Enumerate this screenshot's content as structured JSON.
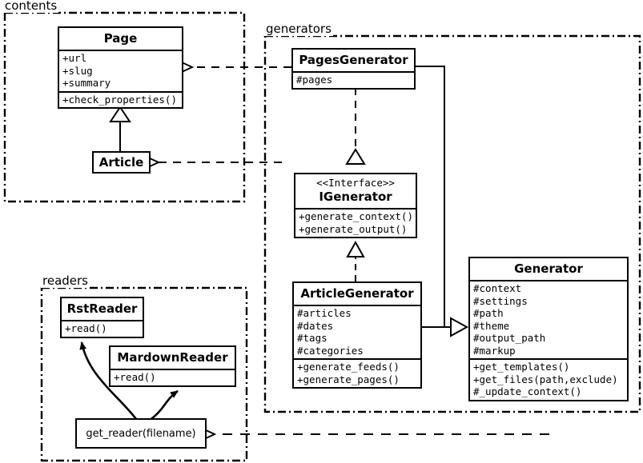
{
  "diagram": {
    "kind": "uml-class-diagram",
    "background": "#ffffff",
    "line_color": "#000000"
  },
  "packages": [
    {
      "id": "contents",
      "label": "contents"
    },
    {
      "id": "generators",
      "label": "generators"
    },
    {
      "id": "readers",
      "label": "readers"
    }
  ],
  "classes": {
    "page": {
      "name": "Page",
      "attributes": [
        "+url",
        "+slug",
        "+summary"
      ],
      "methods": [
        "+check_properties()"
      ]
    },
    "article": {
      "name": "Article",
      "attributes": [],
      "methods": []
    },
    "pages_generator": {
      "name": "PagesGenerator",
      "attributes": [
        "#pages"
      ],
      "methods": []
    },
    "igenerator": {
      "stereotype": "<<Interface>>",
      "name": "IGenerator",
      "attributes": [],
      "methods": [
        "+generate_context()",
        "+generate_output()"
      ]
    },
    "article_generator": {
      "name": "ArticleGenerator",
      "attributes": [
        "#articles",
        "#dates",
        "#tags",
        "#categories"
      ],
      "methods": [
        "+generate_feeds()",
        "+generate_pages()"
      ]
    },
    "generator": {
      "name": "Generator",
      "attributes": [
        "#context",
        "#settings",
        "#path",
        "#theme",
        "#output_path",
        "#markup"
      ],
      "methods": [
        "+get_templates()",
        "+get_files(path,exclude)",
        "#_update_context()"
      ]
    },
    "rst_reader": {
      "name": "RstReader",
      "attributes": [],
      "methods": [
        "+read()"
      ]
    },
    "mardown_reader": {
      "name": "MardownReader",
      "attributes": [],
      "methods": [
        "+read()"
      ]
    },
    "get_reader": {
      "name": "get_reader(filename)"
    }
  },
  "relationships": [
    {
      "type": "generalization",
      "from": "Article",
      "to": "Page"
    },
    {
      "type": "realization",
      "from": "PagesGenerator",
      "to": "IGenerator"
    },
    {
      "type": "realization",
      "from": "ArticleGenerator",
      "to": "IGenerator"
    },
    {
      "type": "generalization",
      "from": "PagesGenerator",
      "to": "Generator"
    },
    {
      "type": "generalization",
      "from": "ArticleGenerator",
      "to": "Generator"
    },
    {
      "type": "dependency",
      "from": "PagesGenerator",
      "to": "Page"
    },
    {
      "type": "dependency",
      "from": "ArticleGenerator",
      "to": "Article"
    },
    {
      "type": "dependency",
      "from": "Generator",
      "to": "get_reader(filename)"
    },
    {
      "type": "association",
      "from": "get_reader(filename)",
      "to": "RstReader"
    },
    {
      "type": "association",
      "from": "get_reader(filename)",
      "to": "MardownReader"
    }
  ]
}
